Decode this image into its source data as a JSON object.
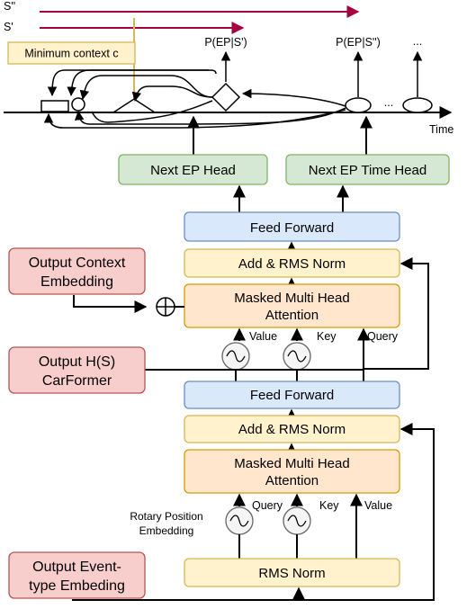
{
  "colors": {
    "green_fill": "#d5e8d4",
    "green_stroke": "#82b366",
    "blue_fill": "#dae8fc",
    "blue_stroke": "#6c8ebf",
    "yellow_fill": "#fff2cc",
    "yellow_stroke": "#d6b656",
    "orange_fill": "#ffe6cc",
    "orange_stroke": "#d79b00",
    "red_fill": "#f8cecc",
    "red_stroke": "#b85450",
    "sequence_arrow": "#a50040",
    "context_line": "#d6b656"
  },
  "timeline": {
    "seq_double_prime": "S''",
    "seq_prime": "S'",
    "min_context": "Minimum context c",
    "time_label": "Time",
    "prob_given_s_prime": "P(EP|S')",
    "prob_given_s_double_prime": "P(EP|S'')",
    "ellipsis_top": "...",
    "ellipsis_axis": "..."
  },
  "heads": {
    "next_ep": "Next EP Head",
    "next_ep_time": "Next EP Time Head"
  },
  "decoder_upper": {
    "feed_forward": "Feed Forward",
    "add_norm": "Add & RMS Norm",
    "attention_line1": "Masked Multi Head",
    "attention_line2": "Attention",
    "value": "Value",
    "key": "Key",
    "query": "Query"
  },
  "decoder_lower": {
    "feed_forward": "Feed Forward",
    "add_norm": "Add & RMS Norm",
    "attention_line1": "Masked Multi Head",
    "attention_line2": "Attention",
    "query": "Query",
    "key": "Key",
    "value": "Value",
    "rms_norm": "RMS Norm"
  },
  "inputs": {
    "context_line1": "Output Context",
    "context_line2": "Embedding",
    "carformer_line1": "Output H(S)",
    "carformer_line2": "CarFormer",
    "event_line1": "Output Event-",
    "event_line2": "type Embeding"
  },
  "rotary": {
    "line1": "Rotary Position",
    "line2": "Embedding"
  }
}
